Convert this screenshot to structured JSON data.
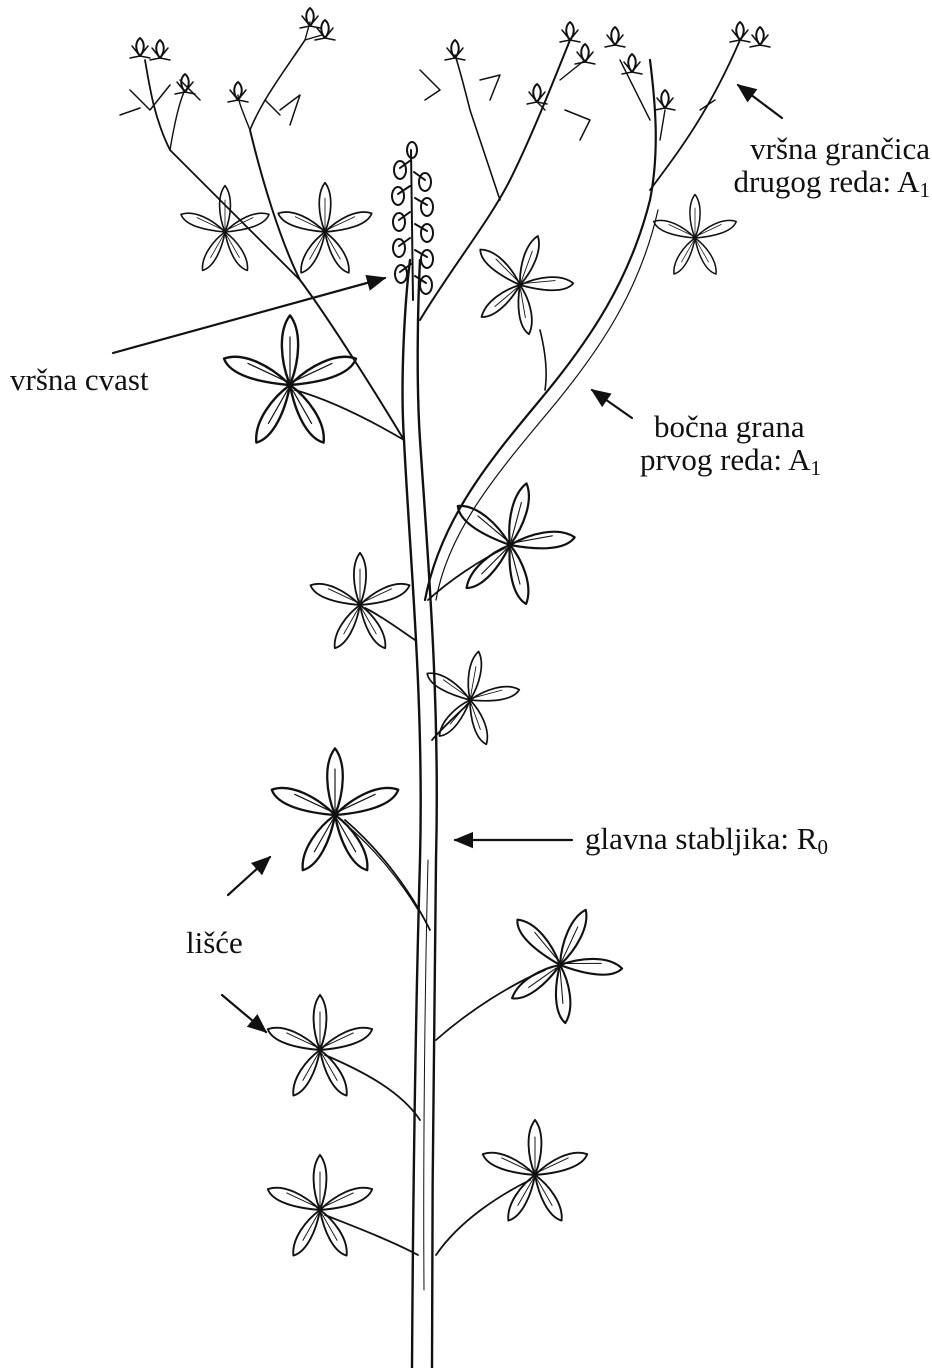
{
  "colors": {
    "ink": "#111111",
    "background": "#ffffff"
  },
  "labels": {
    "top_twig": {
      "line1": "vršna grančica",
      "line2": "drugog reda: A",
      "line2_sub": "1"
    },
    "top_inflorescence": {
      "text": "vršna cvast"
    },
    "side_branch": {
      "line1": "bočna grana",
      "line2": "prvog reda: A",
      "line2_sub": "1"
    },
    "main_stem": {
      "text": "glavna stabljika: R",
      "sub": "0"
    },
    "leaves": {
      "text": "lišće"
    }
  },
  "icons": {
    "plant": "plant-illustration",
    "arrows": "arrow-icon"
  }
}
